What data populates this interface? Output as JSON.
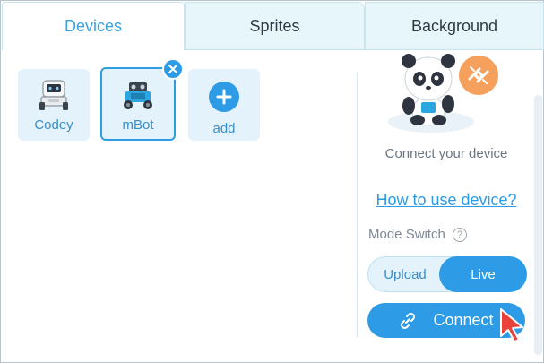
{
  "tabs": [
    {
      "label": "Devices",
      "active": true
    },
    {
      "label": "Sprites",
      "active": false
    },
    {
      "label": "Background",
      "active": false
    }
  ],
  "devices": {
    "items": [
      {
        "label": "Codey",
        "icon": "codey-robot-icon",
        "selected": false
      },
      {
        "label": "mBot",
        "icon": "mbot-robot-icon",
        "selected": true
      }
    ],
    "add_label": "add"
  },
  "right_panel": {
    "connect_text": "Connect your device",
    "howto_link": "How to use device?",
    "mode_switch_label": "Mode Switch",
    "help_glyph": "?",
    "mode_options": [
      "Upload",
      "Live"
    ],
    "selected_mode": "Live",
    "connect_label": "Connect"
  },
  "colors": {
    "accent": "#2d9be6",
    "active_tab_text": "#3aa3db",
    "card_bg": "#e4f3fb",
    "link_broken_badge": "#f6a05e"
  }
}
